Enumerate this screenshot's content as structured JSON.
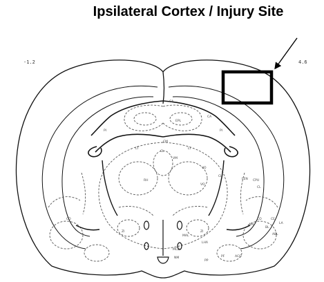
{
  "title": "Ipsilateral Cortex / Injury Site",
  "atlas": {
    "coord_left": "-1.2",
    "coord_right": "4.6",
    "region_labels": [
      "CA",
      "CA",
      "EPL",
      "PI",
      "PI",
      "CM",
      "CL",
      "LT",
      "LT",
      "VO",
      "VM",
      "RH",
      "CL",
      "LEN",
      "CPU",
      "CL",
      "VO",
      "CO",
      "CO",
      "AM",
      "BL",
      "ABL",
      "LA",
      "CE",
      "ZI",
      "ZI",
      "LHA",
      "MAL",
      "MCB",
      "NM",
      "PF",
      "PP",
      "ACO"
    ]
  },
  "colors": {
    "line": "#111111",
    "dashed": "#555555",
    "box": "#000000"
  },
  "icons": {
    "pointer": "arrow-icon"
  }
}
